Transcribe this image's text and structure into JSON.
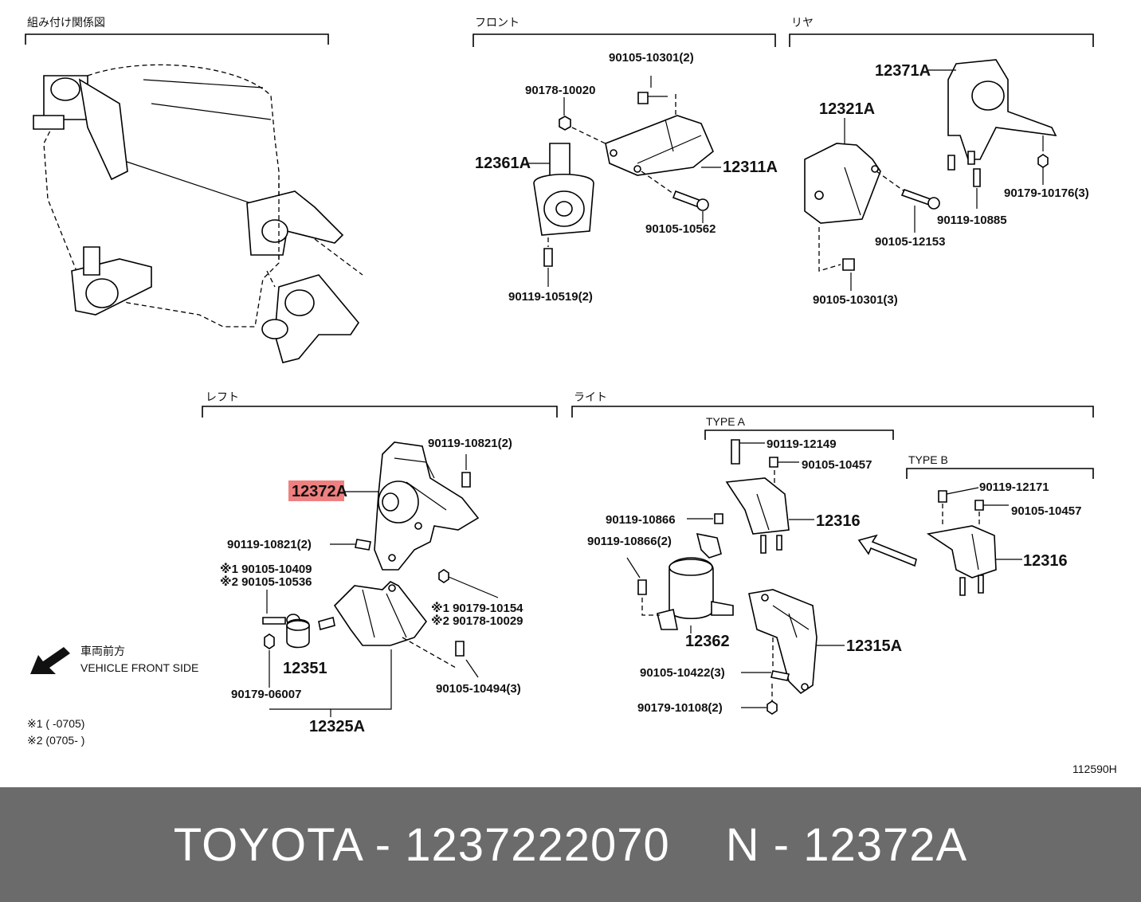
{
  "sections": {
    "installation": "組み付け関係図",
    "front": "フロント",
    "rear": "リヤ",
    "left": "レフト",
    "right": "ライト",
    "type_a": "TYPE A",
    "type_b": "TYPE B"
  },
  "front_labels": {
    "p1": "90105-10301(2)",
    "p2": "90178-10020",
    "p3": "12361A",
    "p4": "12311A",
    "p5": "90105-10562",
    "p6": "90119-10519(2)"
  },
  "rear_labels": {
    "p1": "12371A",
    "p2": "12321A",
    "p3": "90179-10176(3)",
    "p4": "90119-10885",
    "p5": "90105-12153",
    "p6": "90105-10301(3)"
  },
  "left_labels": {
    "highlight": "12372A",
    "p1": "90119-10821(2)",
    "p2": "90119-10821(2)",
    "p3a": "※1 90105-10409",
    "p3b": "※2 90105-10536",
    "p4a": "※1 90179-10154",
    "p4b": "※2 90178-10029",
    "p5": "12351",
    "p6": "90179-06007",
    "p7": "90105-10494(3)",
    "p8": "12325A"
  },
  "right_labels": {
    "p1": "90119-12149",
    "p2": "90105-10457",
    "p3": "90119-10866",
    "p4": "90119-10866(2)",
    "p5": "12316",
    "p6": "12362",
    "p7": "12315A",
    "p8": "90105-10422(3)",
    "p9": "90179-10108(2)",
    "p10": "90119-12171",
    "p11": "90105-10457",
    "p12": "12316"
  },
  "legend": {
    "front_jp": "車両前方",
    "front_en": "VEHICLE FRONT SIDE",
    "note1": "※1 (        -0705)",
    "note2": "※2 (0705-        )"
  },
  "diagram_code": "112590H",
  "footer": {
    "brand": "TOYOTA - 1237222070",
    "ref": "N - 12372A"
  },
  "colors": {
    "highlight": "#f08080",
    "footer_bg": "#6b6b6b"
  }
}
